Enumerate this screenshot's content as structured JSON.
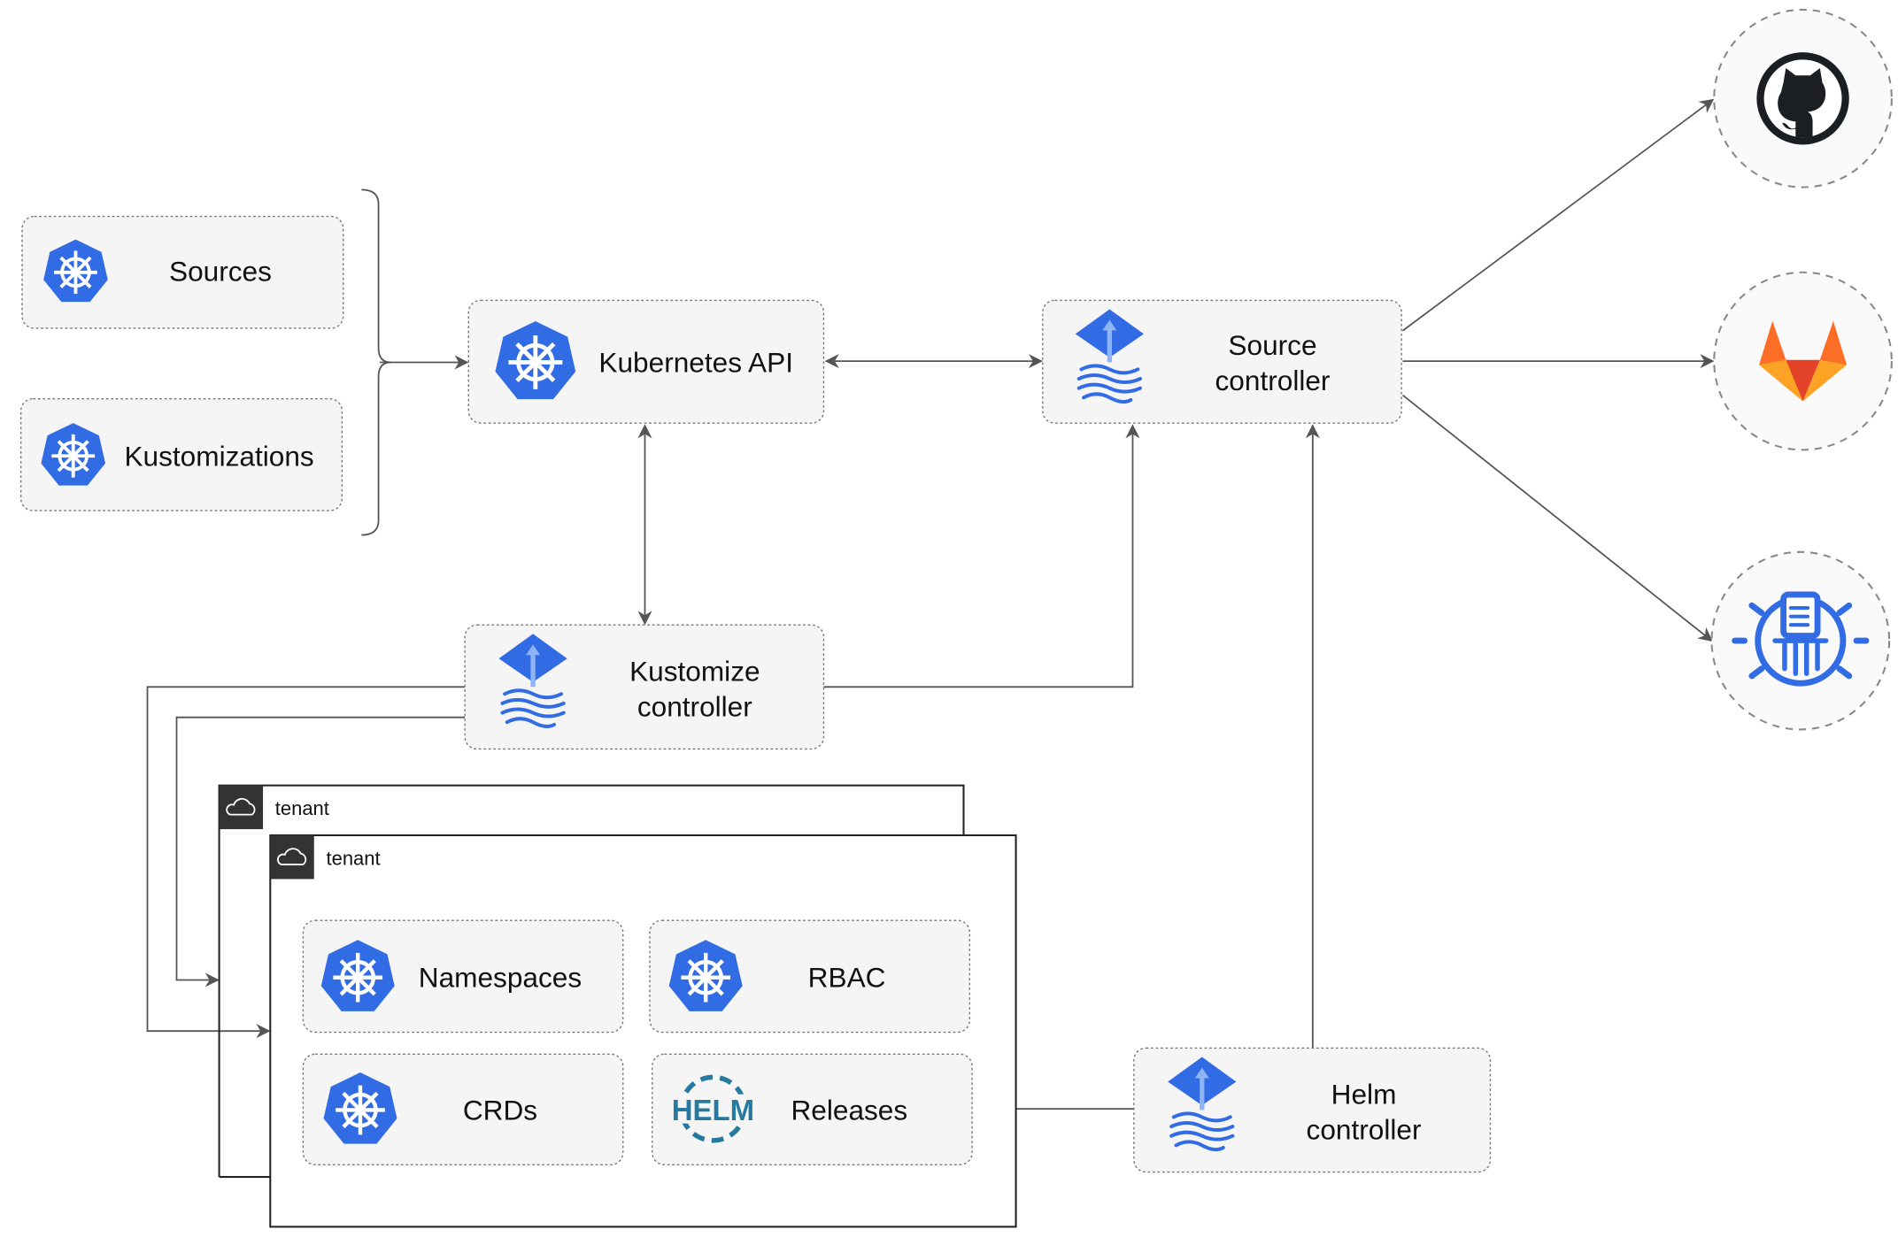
{
  "nodes": {
    "sources": "Sources",
    "kustomizations": "Kustomizations",
    "kubernetes_api": "Kubernetes API",
    "source_controller": [
      "Source",
      "controller"
    ],
    "kustomize_controller": [
      "Kustomize",
      "controller"
    ],
    "helm_controller": [
      "Helm",
      "controller"
    ],
    "namespaces": "Namespaces",
    "rbac": "RBAC",
    "crds": "CRDs",
    "releases": "Releases",
    "helm_logo": "HELM"
  },
  "tenants": [
    "tenant",
    "tenant"
  ],
  "external": [
    "github-icon",
    "gitlab-icon",
    "bucket-icon"
  ],
  "colors": {
    "kubernetes": "#326CE5",
    "helm": "#277A9F",
    "gitlab": "#E24329",
    "github": "#1B1F23"
  }
}
